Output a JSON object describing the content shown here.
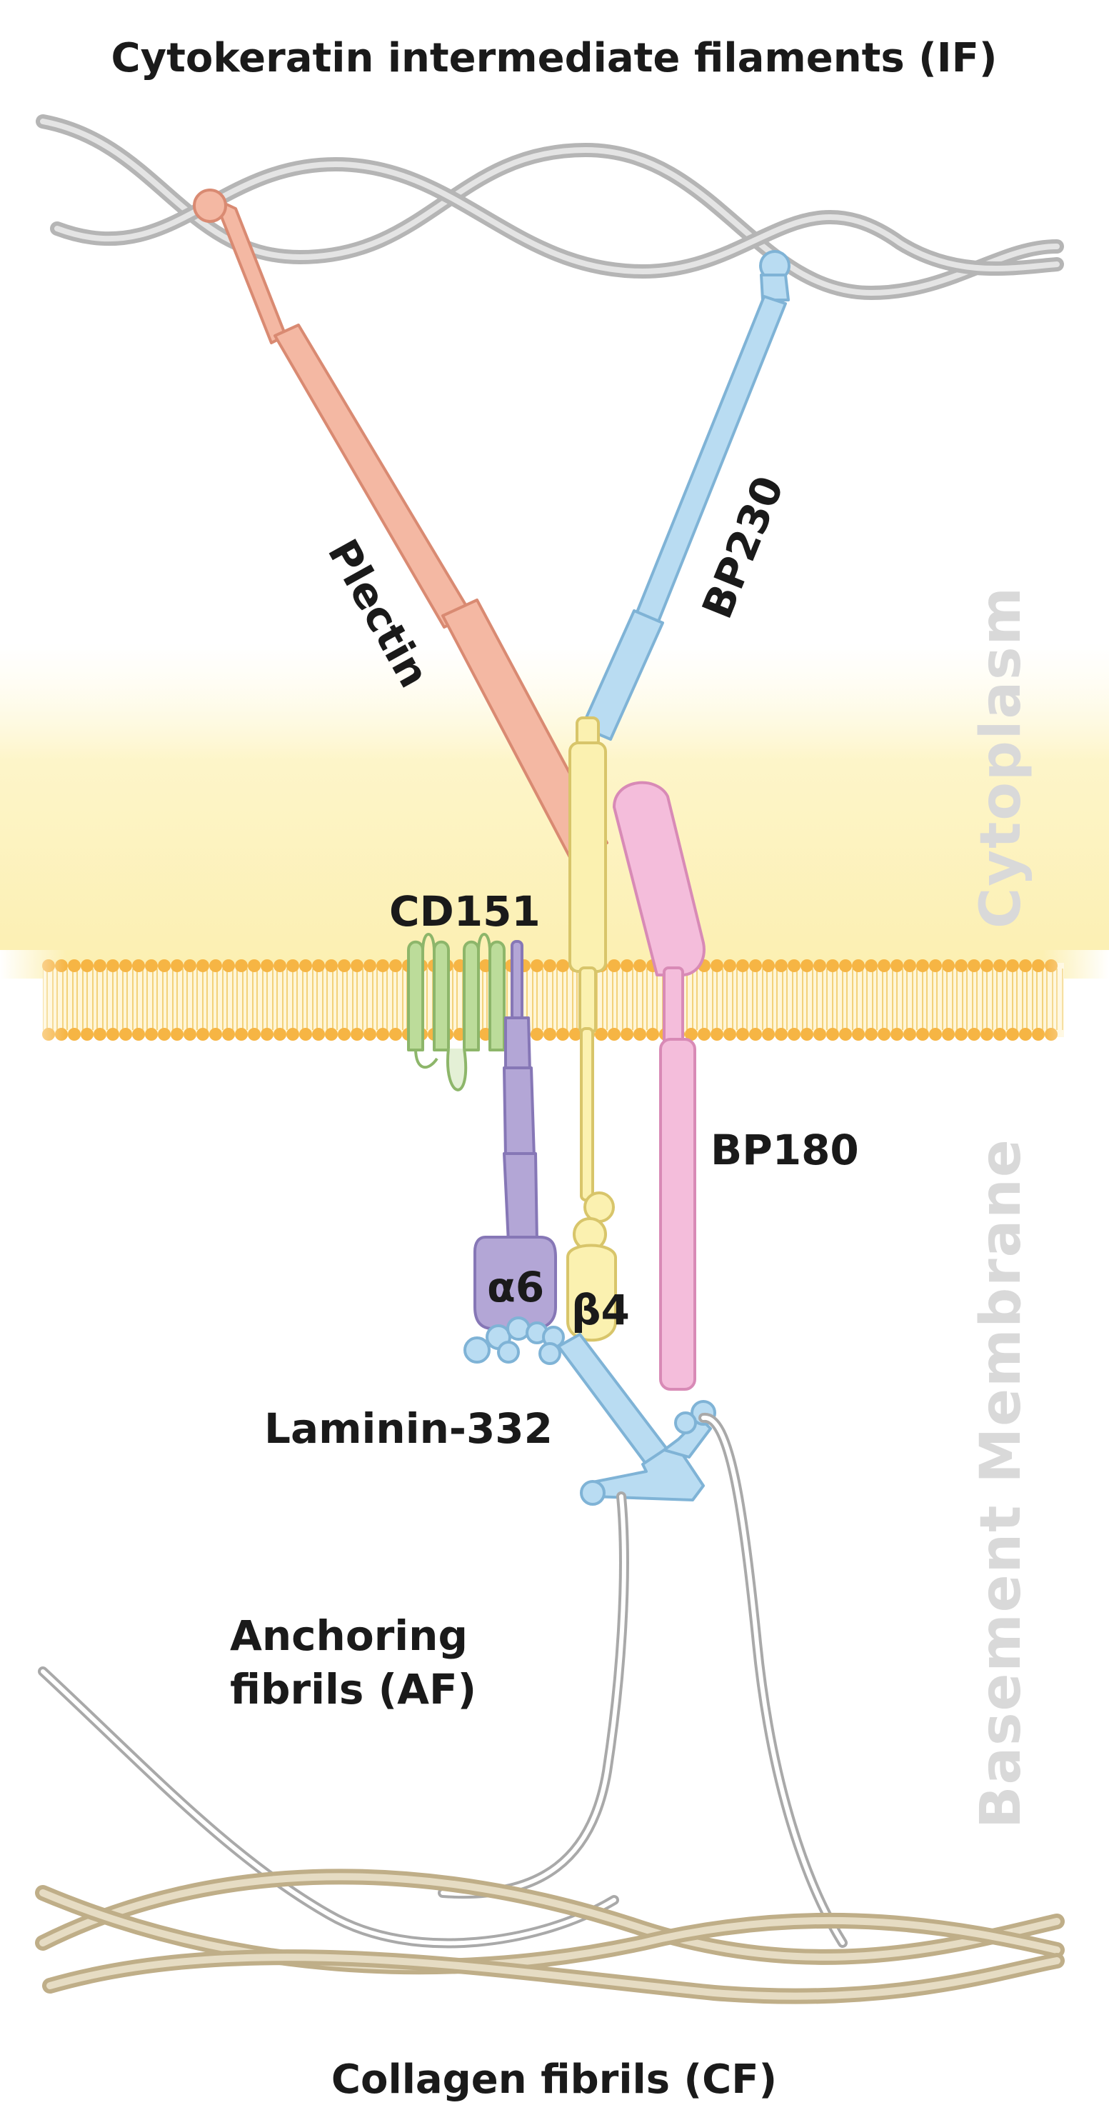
{
  "labels": {
    "title_top": "Cytokeratin intermediate filaments (IF)",
    "title_bottom": "Collagen fibrils (CF)",
    "plectin": "Plectin",
    "bp230": "BP230",
    "cd151": "CD151",
    "bp180": "BP180",
    "alpha6": "α6",
    "beta4": "β4",
    "laminin": "Laminin-332",
    "anchoring_line1": "Anchoring",
    "anchoring_line2": "fibrils (AF)",
    "region_cytoplasm": "Cytoplasm",
    "region_basement": "Basement Membrane"
  },
  "colors": {
    "plectin": "#f4b8a3",
    "bp230": "#b9dcf2",
    "bp180": "#f4bddb",
    "integrin_alpha6": "#b3a6d6",
    "integrin_beta4": "#fbf1b0",
    "cd151": "#bcdc9a",
    "laminin": "#b9dcf2",
    "membrane_heads": "#f6b544",
    "intermediate_filaments": "#c9c9c9",
    "collagen_fibrils": "#dccfb0",
    "cytoplasm_glow": "#fdf4c0"
  }
}
